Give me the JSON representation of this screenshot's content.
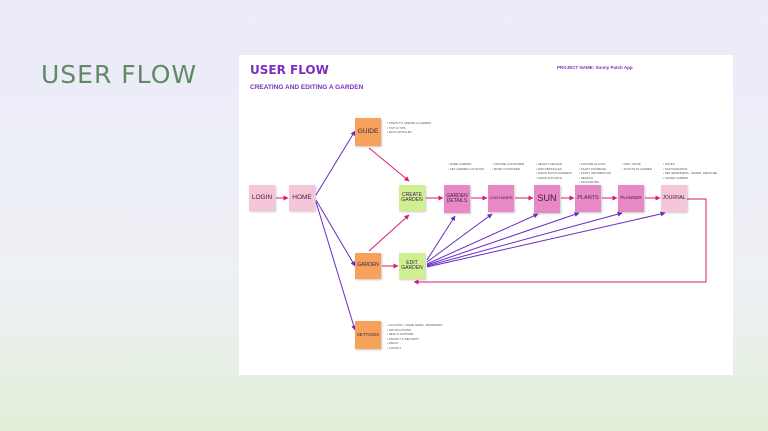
{
  "slide": {
    "title": "USER FLOW"
  },
  "board": {
    "title": "USER FLOW",
    "project": "PROJECT NAME: Sunny Patch App",
    "subtitle": "CREATING AND EDITING A GARDEN"
  },
  "nodes": {
    "login": "LOGIN",
    "home": "HOME",
    "guide": "GUIDE",
    "garden": "GARDEN",
    "settings": "SETTINGS",
    "create_garden": "CREATE GARDEN",
    "edit_garden": "EDIT GARDEN",
    "garden_details": "GARDEN DETAILS",
    "container": "CONTAINER",
    "sun": "SUN",
    "plants": "PLANTS",
    "planner": "PLANNER",
    "journal": "JOURNAL"
  },
  "notes": {
    "guide": [
      "STEPS TO CREATE A GARDEN",
      "TOP 10 TIPS",
      "BLOG ARTICLES"
    ],
    "garden_details": [
      "NAME GARDEN",
      "SET GARDEN LOCATION"
    ],
    "container": [
      "CHOOSE CONTAINER",
      "MOVE CONTAINER"
    ],
    "sun": [
      "SELECT SEASON",
      "ADD OBSTACLES",
      "SHOW SUN PLACEMENT",
      "SHOW SUN PATH"
    ],
    "plants": [
      "CHOOSE PLANTS",
      "PLANT DATABASE",
      "PLANT INFORMATION",
      "SEARCH",
      "FAVOURITES"
    ],
    "planner": [
      "ADD / MOVE",
      "PLANTS IN GARDEN"
    ],
    "journal": [
      "NOTES",
      "PHOTOGRAPHS",
      "SET REMINDERS - WATER, FERTILIZE",
      "SHARE GARDEN"
    ],
    "settings": [
      "ACCOUNT - NAME, EMAIL, PASSWORD",
      "NOTIFICATIONS",
      "HELP & SUPPORT",
      "PRIVACY & SECURITY",
      "ABOUT",
      "LOGOUT"
    ]
  },
  "colors": {
    "purple_arrow": "#6a2bc4",
    "magenta_arrow": "#d81b7a",
    "login_note": "#f6c6d8",
    "category_note": "#f7a25a",
    "action_note": "#d0ef8f",
    "step_note": "#e888c4"
  }
}
